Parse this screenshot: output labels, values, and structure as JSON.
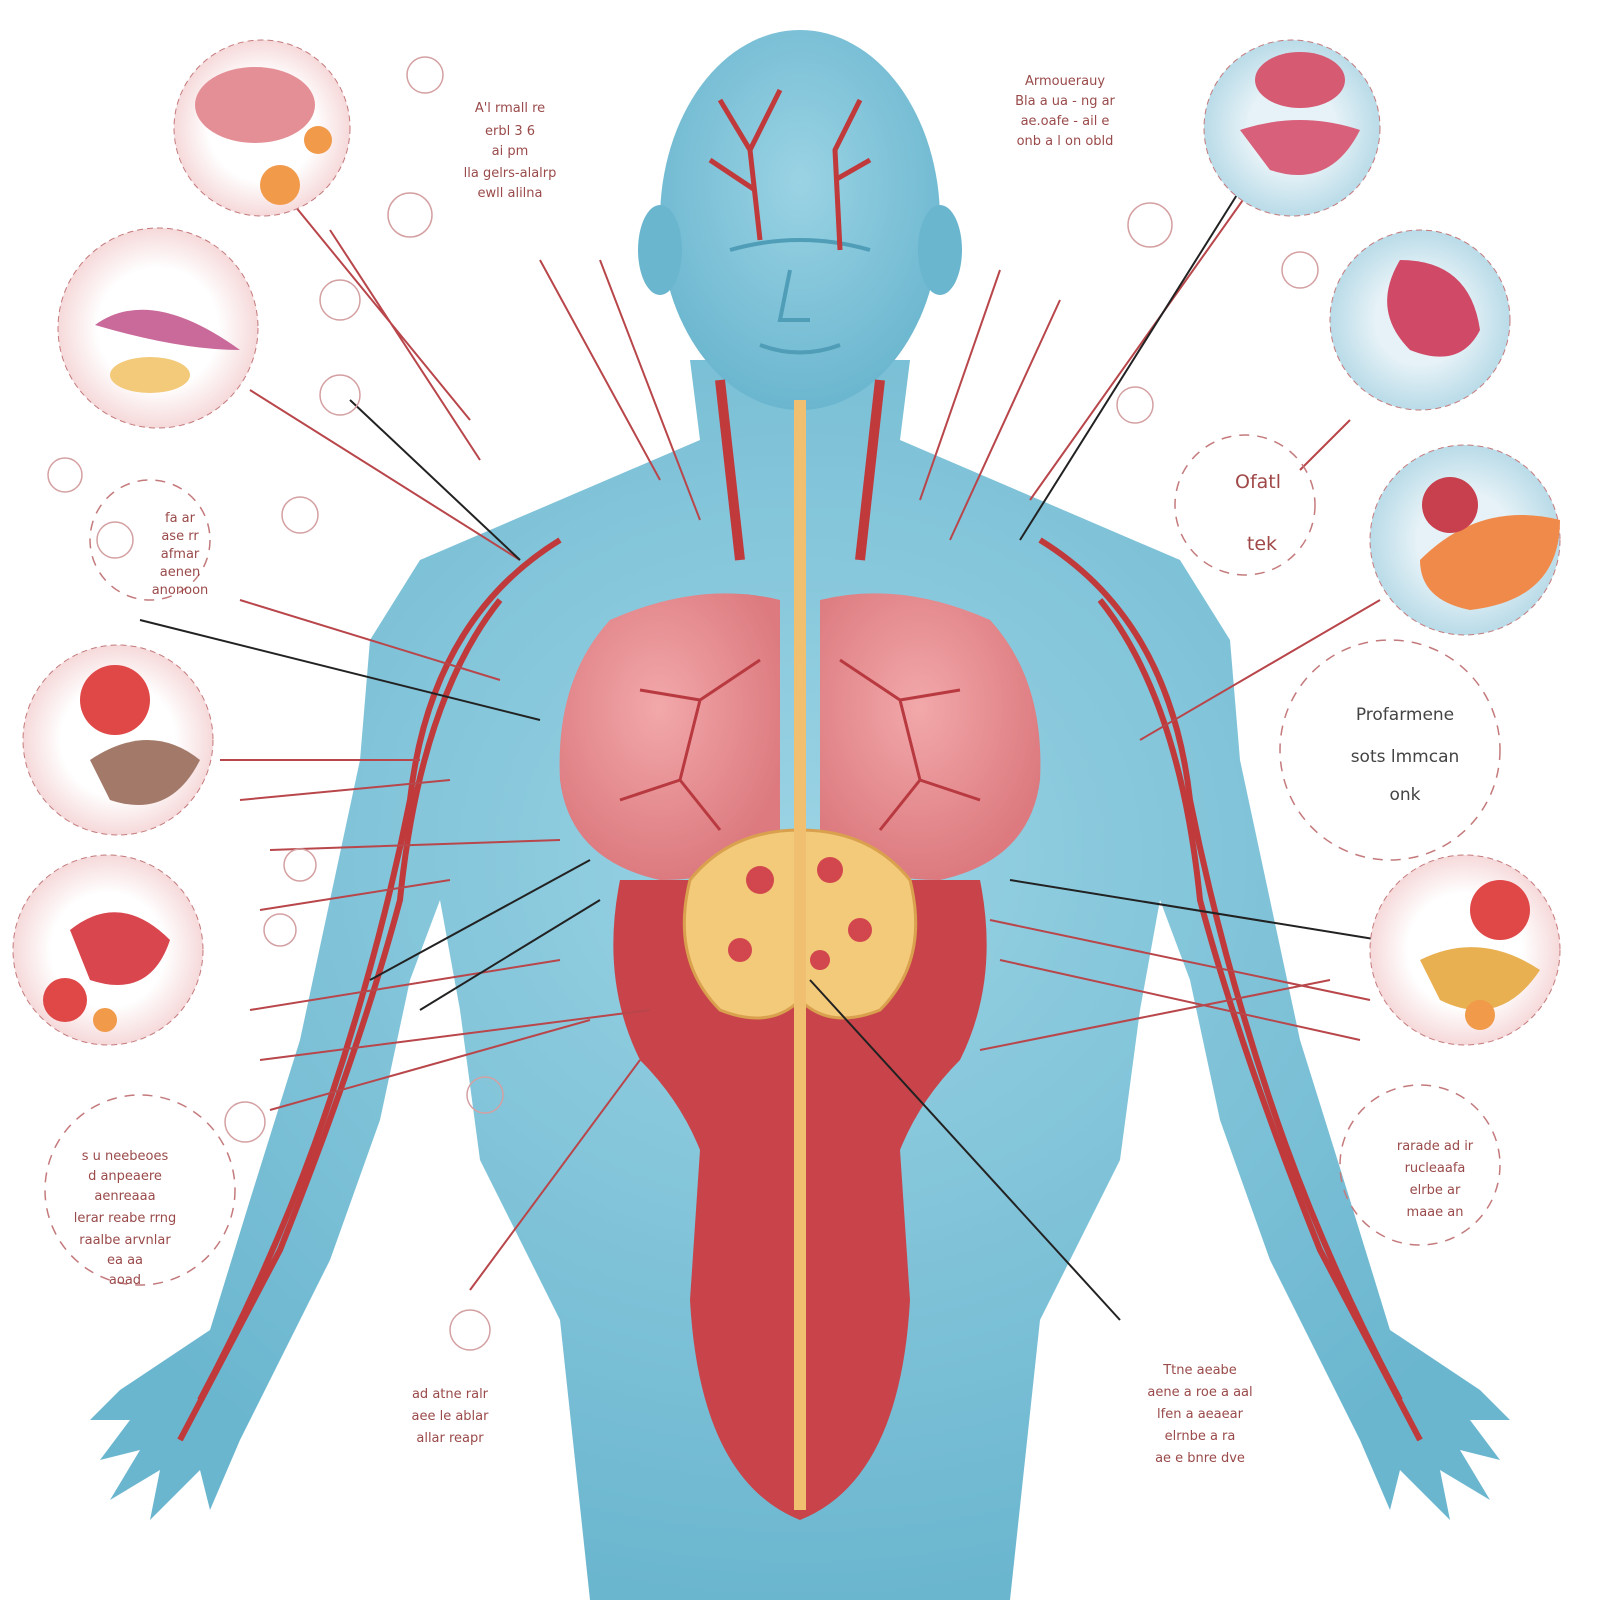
{
  "colors": {
    "body": "#7ec3d8",
    "body_shadow": "#5aa9c2",
    "vessel": "#c0393b",
    "lung": "#e98c8f",
    "liver_yellow": "#f3c97a",
    "intestine": "#c9444a",
    "leader_line_red": "#b8464a",
    "leader_line_dark": "#222222"
  },
  "labels": {
    "top_left": [
      "A'l rmall re",
      "erbl 3 6",
      "ai pm",
      "lla gelrs-alalrp",
      "ewll alilna"
    ],
    "top_right": [
      "Armouerauy",
      "Bla a ua - ng ar",
      "ae.oafe - ail e",
      "onb a l on obld"
    ],
    "left_mid": [
      "fa ar",
      "ase rr",
      "afmar",
      "aenen",
      "anonoon"
    ],
    "right_upper": [
      "Ofatl",
      "tek"
    ],
    "right_mid": [
      "Profarmene",
      "sots lmmcan",
      "onk"
    ],
    "left_lower": [
      "s u neebeoes",
      "d anpeaere",
      "aenreaaa",
      "lerar reabe rrng",
      "raalbe arvnlar",
      "ea aa",
      "aoad"
    ],
    "right_lower": [
      "rarade ad ir",
      "rucleaafa",
      "elrbe ar",
      "maae an"
    ],
    "bottom_left": [
      "ad atne ralr",
      "aee le ablar",
      "allar reapr"
    ],
    "bottom_right": [
      "Ttne aeabe",
      "aene a roe a aal",
      "lfen a aeaear",
      "elrnbe a ra",
      "ae e bnre dve"
    ]
  }
}
